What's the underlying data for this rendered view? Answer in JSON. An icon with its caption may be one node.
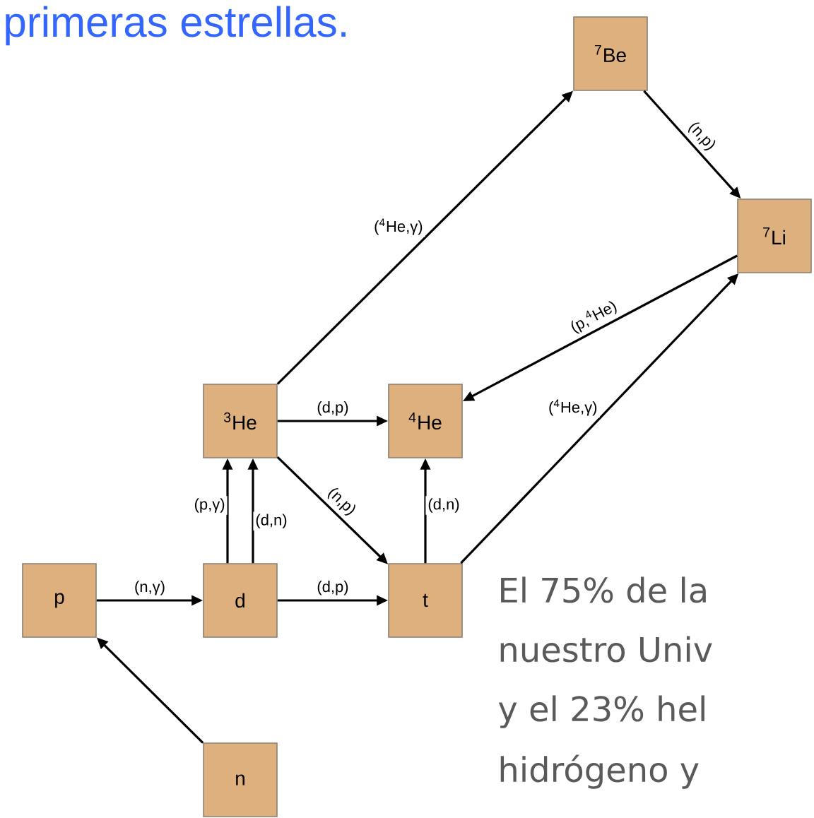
{
  "diagram": {
    "nodes": [
      {
        "text": [
          "$^{7}$Be"
        ]
      },
      {
        "text": [
          "$^{7}$Li"
        ]
      },
      {
        "text": [
          "$^{3}$He"
        ]
      },
      {
        "text": [
          "$^{4}$He"
        ]
      },
      {
        "text": [
          "p"
        ]
      },
      {
        "text": [
          "d"
        ]
      },
      {
        "text": [
          "t"
        ]
      },
      {
        "text": [
          "n"
        ]
      }
    ],
    "edges": [
      {
        "from": 7,
        "to": 4,
        "arrow": "to"
      },
      {
        "from": 4,
        "to": 5,
        "arrow": "to",
        "label": "(n,γ)"
      },
      {
        "from": 5,
        "to": 6,
        "arrow": "to",
        "label": "(d,p)"
      },
      {
        "from": 5,
        "to": 2,
        "arrow": "to",
        "label": "(p,γ)"
      },
      {
        "from": 5,
        "to": 2,
        "arrow": "to",
        "label": "(d,n)"
      },
      {
        "from": 2,
        "to": 3,
        "arrow": "to",
        "label": "(d,p)"
      },
      {
        "from": 2,
        "to": 6,
        "arrow": "to",
        "label": "(n,p)"
      },
      {
        "from": 6,
        "to": 3,
        "arrow": "to",
        "label": "(d,n)"
      },
      {
        "from": 2,
        "to": 0,
        "arrow": "to",
        "label": "($^{4}$He,γ)"
      },
      {
        "from": 0,
        "to": 1,
        "arrow": "to",
        "label": "(n,p)"
      },
      {
        "from": 1,
        "to": 3,
        "arrow": "to",
        "label": "(p,$^{4}$He)"
      },
      {
        "from": 6,
        "to": 1,
        "arrow": "to",
        "label": "($^{4}$He,γ)"
      }
    ],
    "labels": [
      "primeras estrellas.",
      "El 75% de la",
      "nuestro Univ",
      "y el 23% hel",
      "hidrógeno y"
    ]
  }
}
